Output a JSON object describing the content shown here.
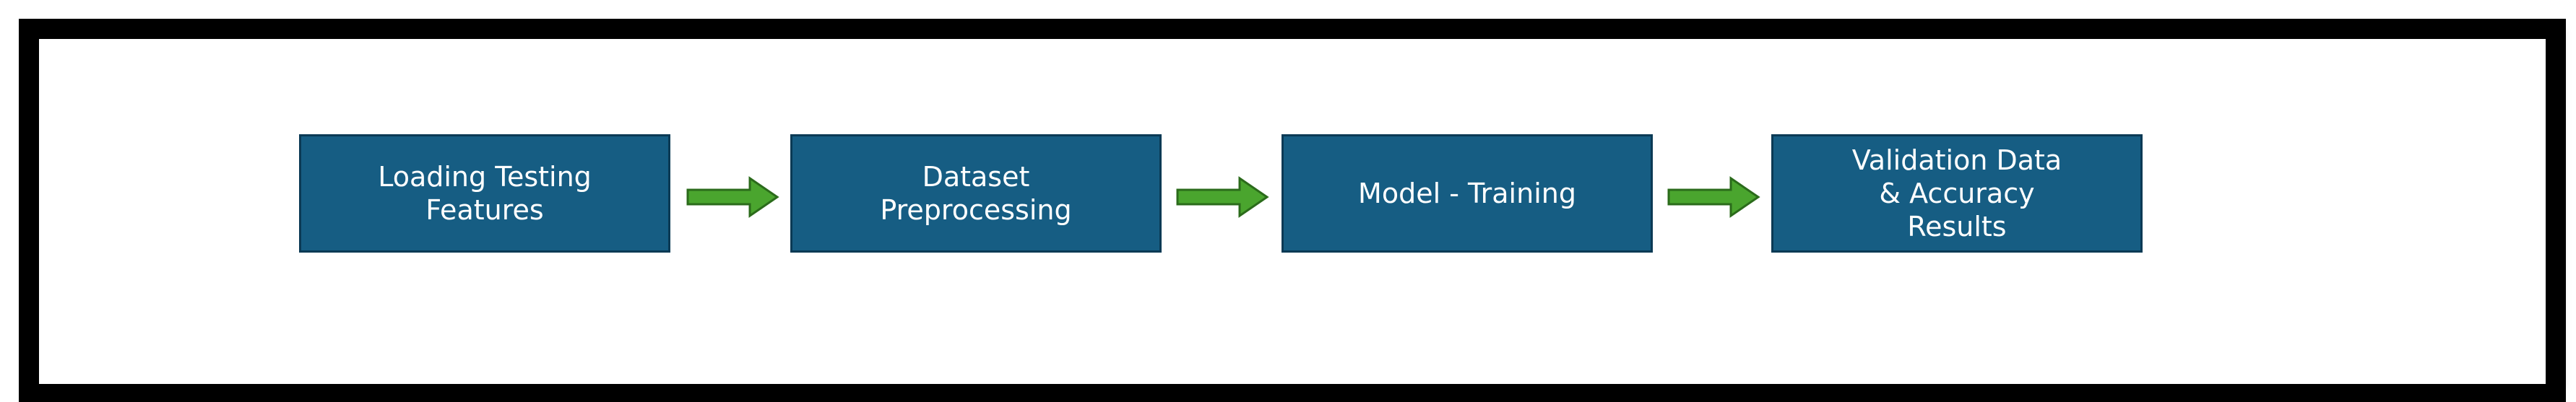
{
  "diagram": {
    "steps": [
      {
        "label": "Loading Testing\nFeatures"
      },
      {
        "label": "Dataset\nPreprocessing"
      },
      {
        "label": "Model - Training"
      },
      {
        "label": "Validation Data\n& Accuracy\nResults"
      }
    ],
    "colors": {
      "box_fill": "#165d83",
      "box_border": "#0b3a55",
      "arrow_fill": "#4aa52e",
      "arrow_stroke": "#2b6b1b",
      "frame": "#000000"
    }
  }
}
